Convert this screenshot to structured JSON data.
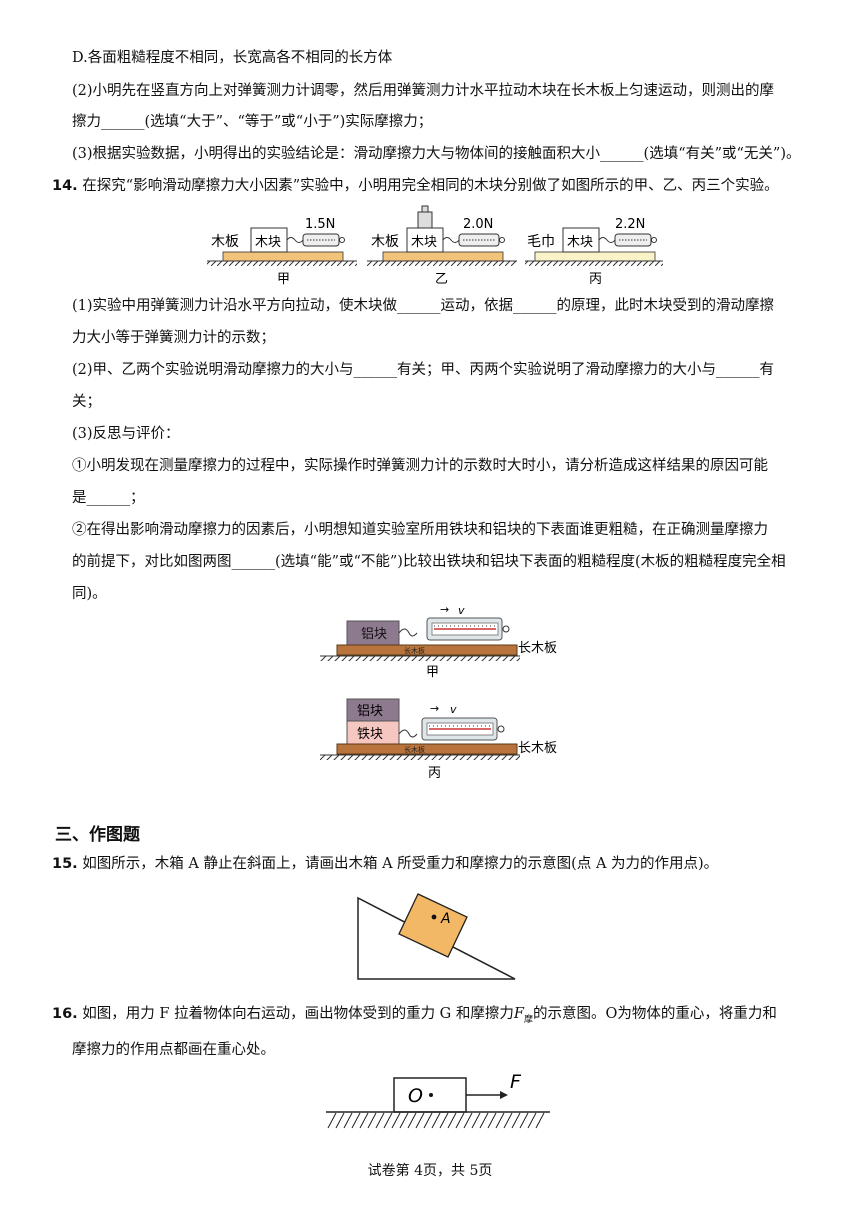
{
  "q13": {
    "option_d": "D.各面粗糙程度不相同，长宽高各不相同的长方体",
    "p2_line1": "(2)小明先在竖直方向上对弹簧测力计调零，然后用弹簧测力计水平拉动木块在长木板上匀速运动，则测出的摩",
    "p2_line2": "擦力______(选填“大于”、“等于”或“小于”)实际摩擦力；",
    "p3": "(3)根据实验数据，小明得出的实验结论是：滑动摩擦力大与物体间的接触面积大小______(选填“有关”或“无关”)。"
  },
  "q14": {
    "number": "14.",
    "stem": "在探究“影响滑动摩擦力大小因素”实验中，小明用完全相同的木块分别做了如图所示的甲、乙、丙三个实验。",
    "fig1": {
      "a": {
        "surface": "木板",
        "block": "木块",
        "reading": "1.5N",
        "caption": "甲"
      },
      "b": {
        "surface": "木板",
        "block": "木块",
        "reading": "2.0N",
        "caption": "乙"
      },
      "c": {
        "surface": "毛巾",
        "block": "木块",
        "reading": "2.2N",
        "caption": "丙"
      }
    },
    "p1_line1": "(1)实验中用弹簧测力计沿水平方向拉动，使木块做______运动，依据______的原理，此时木块受到的滑动摩擦",
    "p1_line2": "力大小等于弹簧测力计的示数；",
    "p2_line1": "(2)甲、乙两个实验说明滑动摩擦力的大小与______有关；甲、丙两个实验说明了滑动摩擦力的大小与______有",
    "p2_line2": "关；",
    "p3": "(3)反思与评价：",
    "p3a_line1": "①小明发现在测量摩擦力的过程中，实际操作时弹簧测力计的示数时大时小，请分析造成这样结果的原因可能",
    "p3a_line2": "是______；",
    "p3b_line1": "②在得出影响滑动摩擦力的因素后，小明想知道实验室所用铁块和铝块的下表面谁更粗糙，在正确测量摩擦力",
    "p3b_line2": "的前提下，对比如图两图______(选填“能”或“不能”)比较出铁块和铝块下表面的粗糙程度(木板的粗糙程度完全相",
    "p3b_line3": "同)。",
    "fig2": {
      "top": {
        "block": "铝块",
        "board_small": "长木板",
        "board": "长木板",
        "velocity": "v",
        "caption": "甲"
      },
      "bottom": {
        "block_top": "铝块",
        "block_bottom": "铁块",
        "board_small": "长木板",
        "board": "长木板",
        "velocity": "v",
        "caption": "丙"
      }
    }
  },
  "section3": {
    "title": "三、作图题"
  },
  "q15": {
    "number": "15.",
    "stem": "如图所示，木箱 A 静止在斜面上，请画出木箱 A 所受重力和摩擦力的示意图(点 A 为力的作用点)。",
    "point_label": "A"
  },
  "q16": {
    "number": "16.",
    "stem_a": "如图，用力 F 拉着物体向右运动，画出物体受到的重力 G 和摩擦力",
    "fric_symbol": "F",
    "fric_sub": "摩",
    "stem_b": "的示意图。O为物体的重心，将重力和",
    "line2": "摩擦力的作用点都画在重心处。",
    "label_o": "O",
    "label_f": "F"
  },
  "footer": "试卷第 4页，共 5页"
}
